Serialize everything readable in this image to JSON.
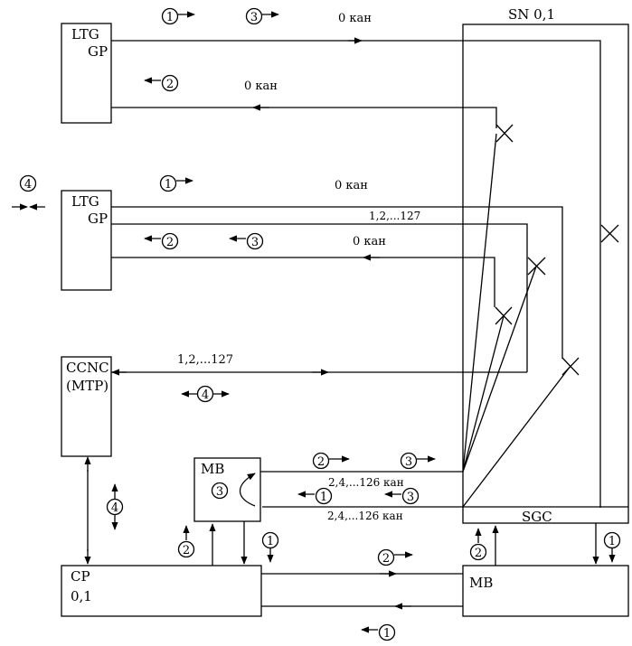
{
  "blocks": {
    "ltg1": {
      "line1": "LTG",
      "line2": "GP"
    },
    "ltg2": {
      "line1": "LTG",
      "line2": "GP"
    },
    "ccnc": {
      "line1": "CCNC",
      "line2": "(MTP)"
    },
    "mb_small": {
      "label": "MB"
    },
    "cp": {
      "line1": "CP",
      "line2": "0,1"
    },
    "mb_right": {
      "label": "MB"
    },
    "sn": {
      "label": "SN 0,1"
    },
    "sgc": {
      "label": "SGC"
    }
  },
  "labels": {
    "kan0_a": "0 кан",
    "kan0_b": "0 кан",
    "kan0_c": "0 кан",
    "kan0_d": "0 кан",
    "ch_1_127_a": "1,2,...127",
    "ch_1_127_b": "1,2,...127",
    "ch_even_a": "2,4,...126 кан",
    "ch_even_b": "2,4,...126 кан"
  },
  "steps": {
    "n1": "1",
    "n2": "2",
    "n3": "3",
    "n4": "4"
  }
}
